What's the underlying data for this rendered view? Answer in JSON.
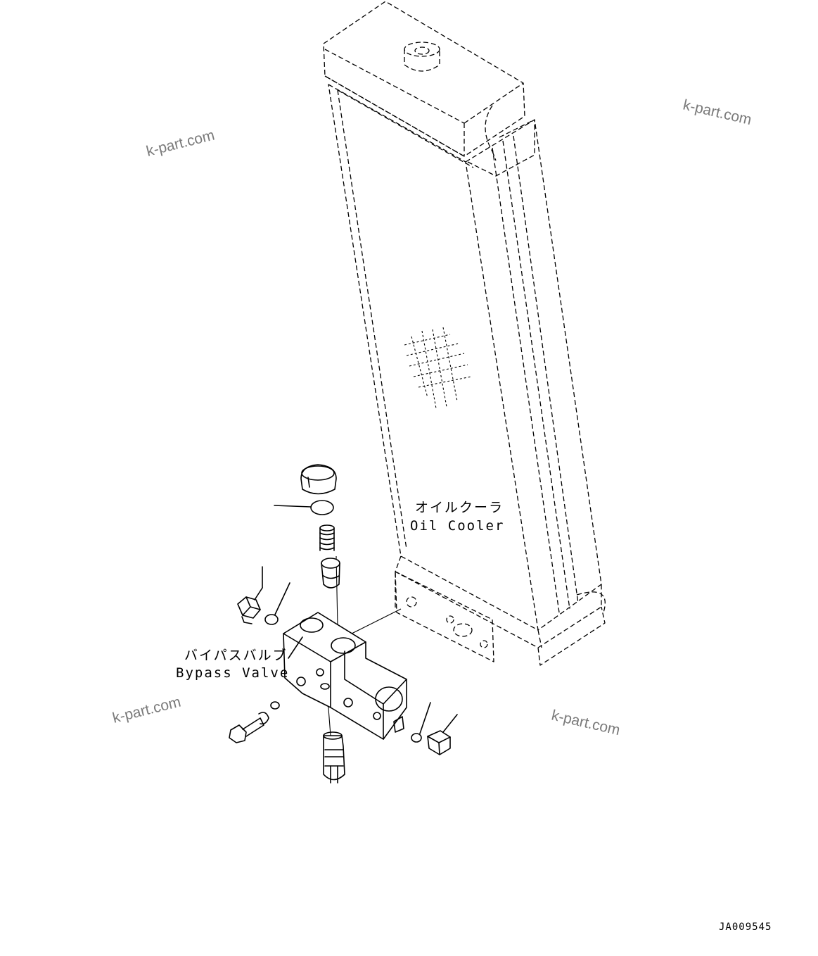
{
  "watermarks": [
    "k-part.com",
    "k-part.com",
    "k-part.com",
    "k-part.com"
  ],
  "labels": {
    "oil_cooler_jp": "オイルクーラ",
    "oil_cooler_en": "Oil Cooler",
    "bypass_valve_jp": "バイパスバルブ",
    "bypass_valve_en": "Bypass Valve"
  },
  "drawing_code": "JA009545"
}
